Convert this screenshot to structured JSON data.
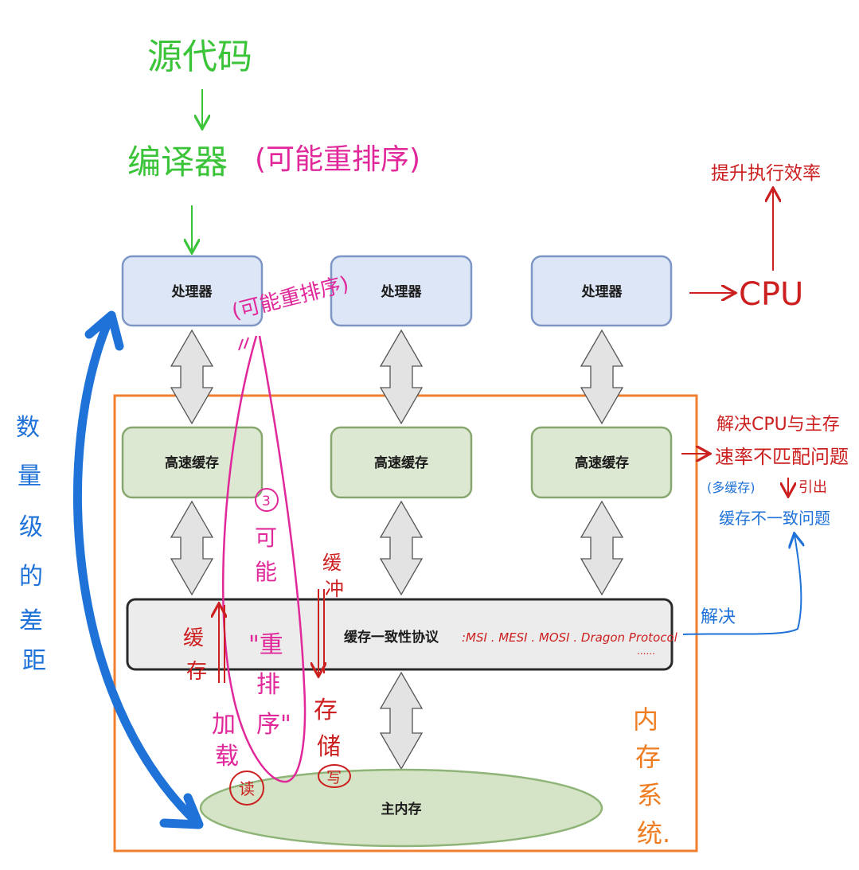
{
  "colors": {
    "processor_fill": "#dde6f6",
    "processor_stroke": "#7d96c6",
    "cache_fill": "#dce8d2",
    "cache_stroke": "#86a86e",
    "protocol_fill": "#ececec",
    "memory_fill": "#d5e4c6",
    "memory_stroke": "#8fb478",
    "memory_system_border": "#f07f2f",
    "green_annotation": "#3bc439",
    "magenta_annotation": "#e0289a",
    "red_annotation": "#cc1f1f",
    "blue_annotation": "#1f72d8",
    "orange_annotation": "#ef7d22",
    "arrow_fill": "#e3e3e3"
  },
  "flow": {
    "source_code": "源代码",
    "compiler": "编译器",
    "compiler_note": "(可能重排序)"
  },
  "processors": [
    {
      "label": "处理器"
    },
    {
      "label": "处理器"
    },
    {
      "label": "处理器"
    }
  ],
  "processor_note": "(可能重排序)",
  "caches": [
    {
      "label": "高速缓存"
    },
    {
      "label": "高速缓存"
    },
    {
      "label": "高速缓存"
    }
  ],
  "protocol": {
    "label": "缓存一致性协议",
    "examples": ":MSI . MESI . MOSI . Dragon Protocol",
    "ellipsis": "......"
  },
  "main_memory": {
    "label": "主内存"
  },
  "annotations": {
    "cpu_label": "CPU",
    "cpu_goal": "提升执行效率",
    "speed_problem_line1": "解决CPU与主存",
    "speed_problem_line2": "速率不匹配问题",
    "multi_cache": "(多缓存)",
    "leads_to": "引出",
    "cache_inconsistency": "缓存不一致问题",
    "solve": "解决",
    "magnitude_gap": [
      "数",
      "量",
      "级",
      "的",
      "差",
      "距"
    ],
    "memory_system": [
      "内",
      "存",
      "系",
      "统."
    ],
    "load": [
      "加",
      "载"
    ],
    "read": "读",
    "cache_up": [
      "缓",
      "存"
    ],
    "buffer_down": [
      "缓",
      "冲"
    ],
    "store": [
      "存",
      "储"
    ],
    "write": "写",
    "reorder_circle": "3",
    "reorder_text": [
      "可",
      "能",
      "\"重",
      "排",
      "序\""
    ]
  }
}
